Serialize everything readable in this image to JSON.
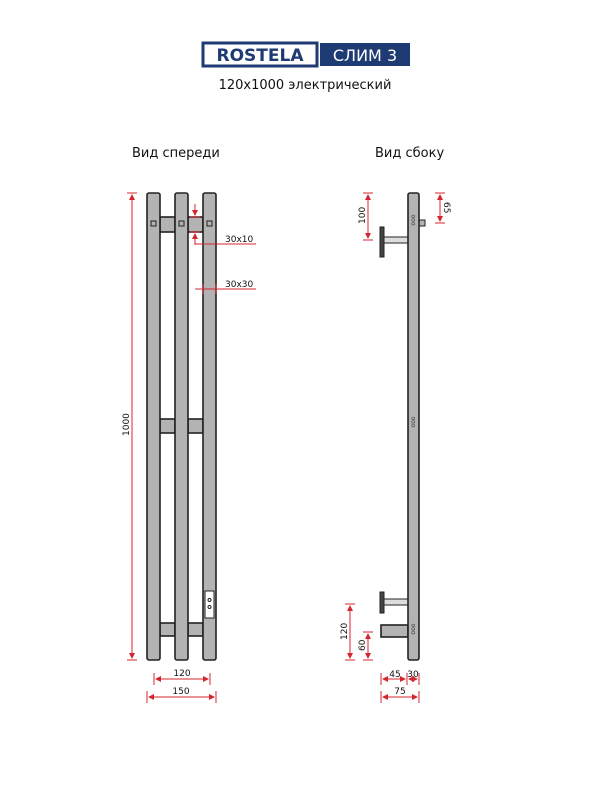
{
  "header": {
    "brand": "ROSTELA",
    "model": "СЛИМ 3",
    "subtitle": "120x1000 электрический",
    "brand_color": "#1f3b73"
  },
  "front_view": {
    "title": "Вид спереди",
    "dims": {
      "height": "1000",
      "crossbar": "30x10",
      "profile": "30x30",
      "inner_width": "120",
      "outer_width": "150"
    }
  },
  "side_view": {
    "title": "Вид сбоку",
    "dims": {
      "top_bracket": "100",
      "knob": "65",
      "bottom_bracket": "120",
      "bottom_block": "60",
      "bracket_depth": "45",
      "profile_depth": "30",
      "total_depth": "75"
    }
  },
  "colors": {
    "dimension": "#d4262e",
    "metal": "#b3b3b3"
  }
}
